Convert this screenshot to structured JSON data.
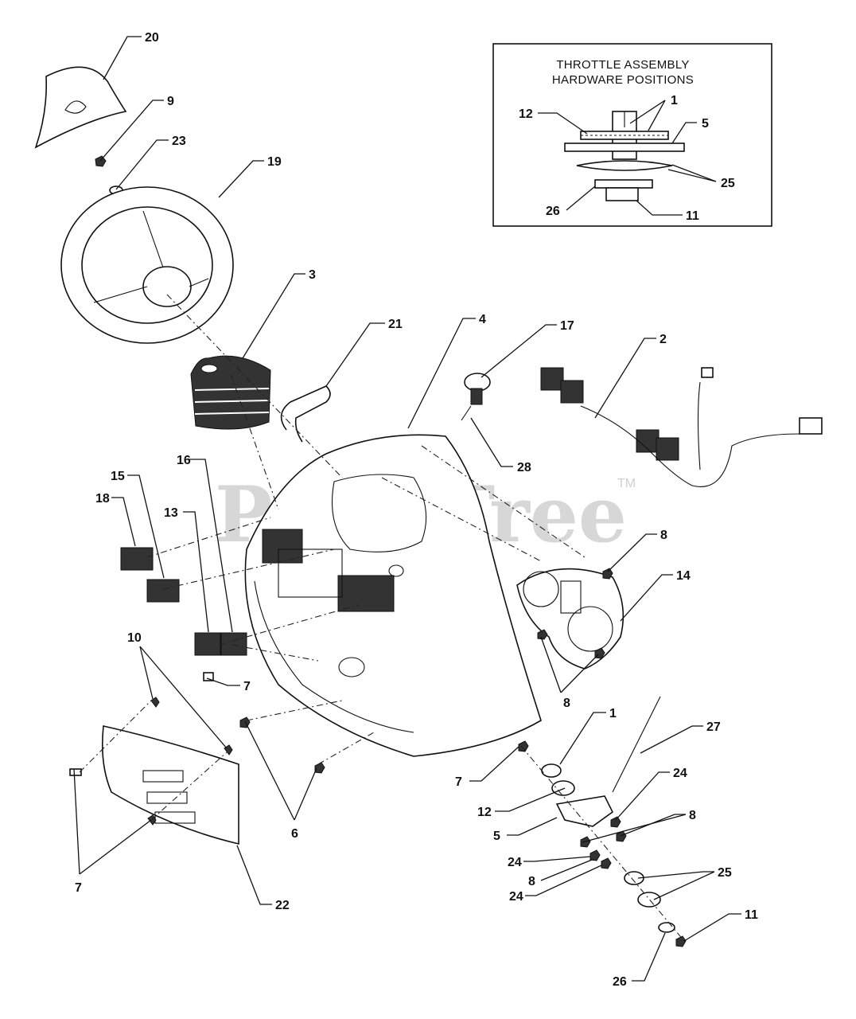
{
  "watermark": {
    "text": "PartsTree",
    "tm": "TM"
  },
  "inset": {
    "title_line1": "THROTTLE ASSEMBLY",
    "title_line2": "HARDWARE POSITIONS",
    "callouts": [
      "1",
      "12",
      "5",
      "25",
      "26",
      "11"
    ]
  },
  "callouts": {
    "c20": "20",
    "c9": "9",
    "c23": "23",
    "c19": "19",
    "c3": "3",
    "c21": "21",
    "c4": "4",
    "c17": "17",
    "c2": "2",
    "c28": "28",
    "c18": "18",
    "c15": "15",
    "c13": "13",
    "c16": "16",
    "c8a": "8",
    "c14": "14",
    "c8b": "8",
    "c7a": "7",
    "c10": "10",
    "c6": "6",
    "c7b": "7",
    "c22": "22",
    "c1": "1",
    "c27": "27",
    "c7c": "7",
    "c12": "12",
    "c24a": "24",
    "c5": "5",
    "c8c": "8",
    "c24b": "24",
    "c8d": "8",
    "c24c": "24",
    "c25": "25",
    "c11": "11",
    "c26": "26"
  }
}
